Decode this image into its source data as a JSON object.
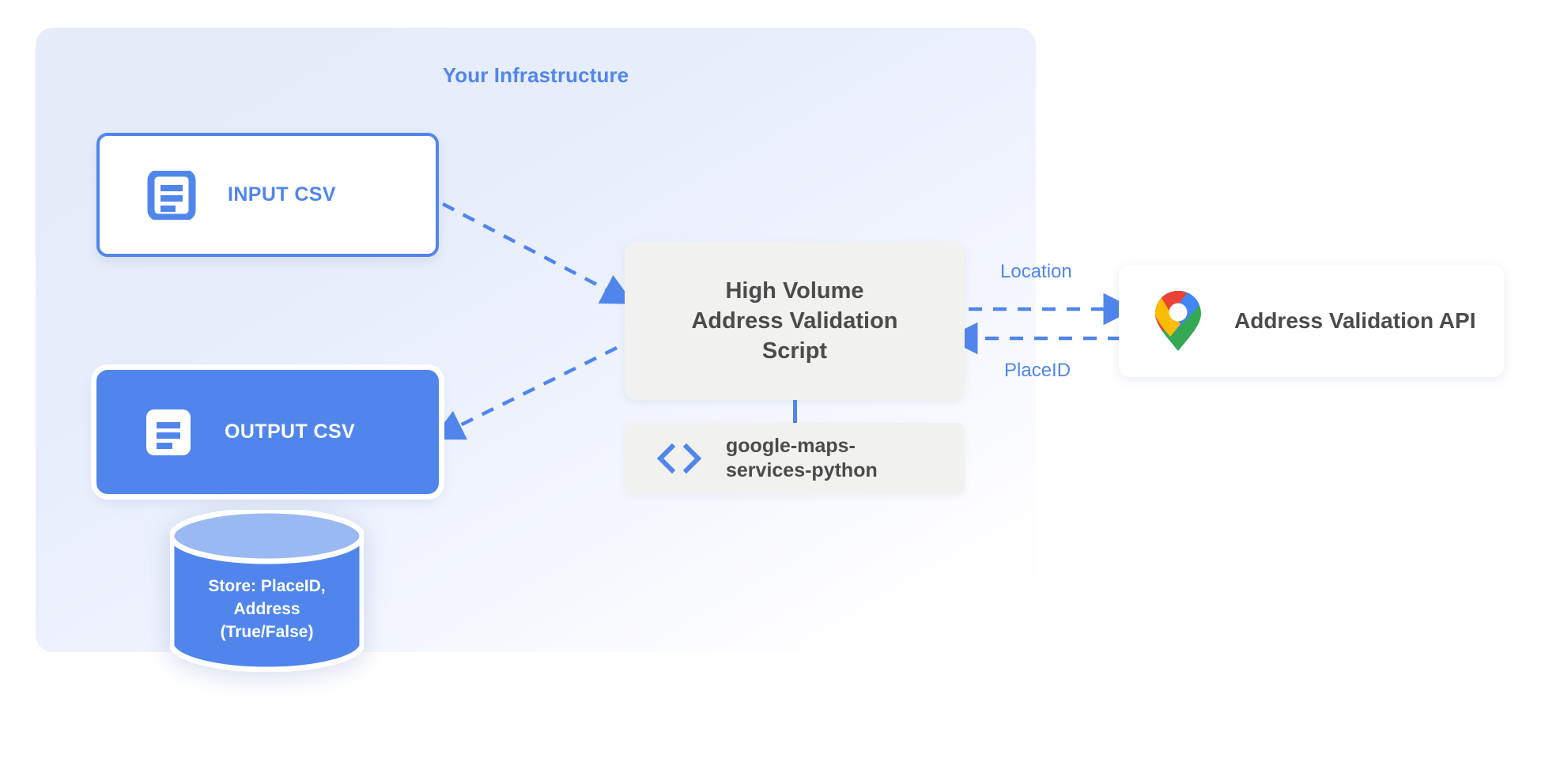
{
  "diagram": {
    "title": "Your Infrastructure",
    "accent_color": "#5086ec",
    "panel_background": "#e6ecfa",
    "nodes": {
      "input_csv": {
        "label": "INPUT CSV",
        "icon": "document-icon",
        "style": "outlined",
        "border_color": "#5086ec",
        "text_color": "#5086ec",
        "fill": "#ffffff"
      },
      "output_csv": {
        "label": "OUTPUT CSV",
        "icon": "document-icon",
        "style": "filled",
        "fill": "#5086ec",
        "text_color": "#ffffff"
      },
      "script": {
        "line1": "High Volume",
        "line2": "Address Validation",
        "line3": "Script",
        "fill": "#f1f1f0",
        "text_color": "#4b4b4b"
      },
      "library": {
        "line1": "google-maps-",
        "line2": "services-python",
        "icon": "code-icon",
        "fill": "#f1f1f0",
        "text_color": "#4b4b4b"
      },
      "api": {
        "label": "Address Validation API",
        "icon": "google-maps-pin-icon",
        "fill": "#ffffff",
        "text_color": "#4b4b4b"
      },
      "database": {
        "line1": "Store: PlaceID,",
        "line2": "Address",
        "line3": "(True/False)",
        "fill": "#5086ec",
        "top_fill": "#9ab8f2",
        "text_color": "#ffffff"
      }
    },
    "edges": {
      "location_label": "Location",
      "placeid_label": "PlaceID"
    }
  }
}
